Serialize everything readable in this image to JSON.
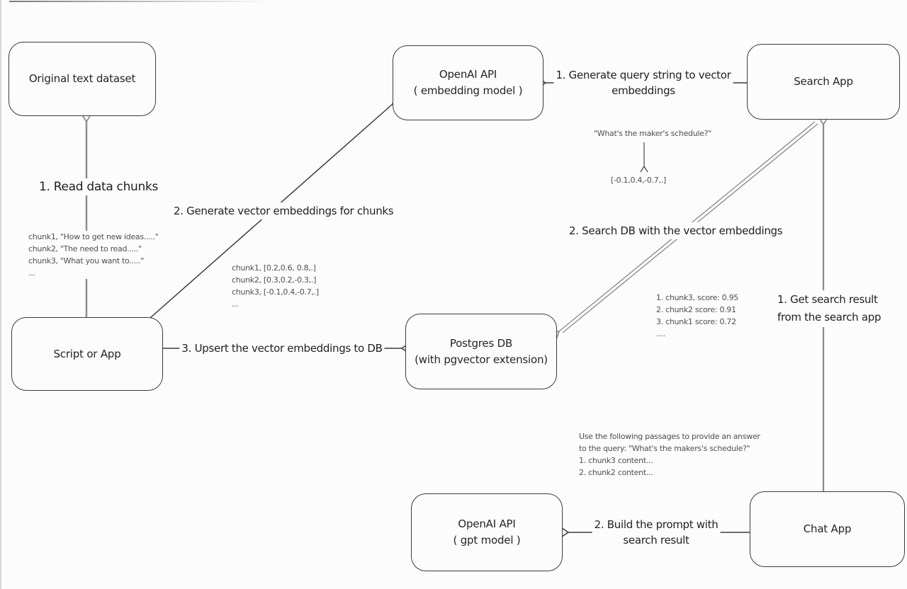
{
  "nodes": {
    "original_dataset": {
      "label": "Original text dataset"
    },
    "script_or_app": {
      "label": "Script or App"
    },
    "openai_embedding": {
      "line1": "OpenAI API",
      "line2": "( embedding model )"
    },
    "search_app": {
      "label": "Search App"
    },
    "postgres_db": {
      "line1": "Postgres DB",
      "line2": "(with pgvector extension)"
    },
    "openai_gpt": {
      "line1": "OpenAI API",
      "line2": "( gpt model )"
    },
    "chat_app": {
      "label": "Chat App"
    }
  },
  "edges": {
    "read_chunks": "1. Read data chunks",
    "generate_embeddings": "2. Generate vector embeddings for chunks",
    "upsert": "3. Upsert the vector embeddings  to DB",
    "query_to_vector_line1": "1. Generate query string to vector",
    "query_to_vector_line2": "embeddings",
    "search_db": "2. Search DB with the vector embeddings",
    "get_result_line1": "1. Get search result",
    "get_result_line2": "from the search app",
    "build_prompt_line1": "2. Build the prompt with",
    "build_prompt_line2": "search result"
  },
  "annotations": {
    "chunks_text": [
      "chunk1, \"How to get new ideas.....\"",
      "chunk2, \"The need to read.....\"",
      "chunk3, \"What you want to.....\"",
      "..."
    ],
    "embeddings_text": [
      "chunk1, [0.2,0.6, 0.8,.]",
      "chunk2, [0.3,0.2,-0.3,.]",
      "chunk3, [-0.1,0.4,-0.7,.]",
      "..."
    ],
    "query_example": "\"What's the maker's schedule?\"",
    "query_vector": "[-0.1,0.4,-0.7,.]",
    "scores_text": [
      "1. chunk3, score: 0.95",
      "2. chunk2 score: 0.91",
      "3. chunk1 score: 0.72",
      "...."
    ],
    "prompt_text": [
      "Use the following passages to provide an answer",
      "to the query: \"What's the makers's schedule?\"",
      "1. chunk3 content...",
      "2. chunk2 content..."
    ]
  },
  "colors": {
    "stroke_dark": "#3c3c3c",
    "stroke_gray": "#8f8f8f",
    "background": "#fcfcfc"
  }
}
